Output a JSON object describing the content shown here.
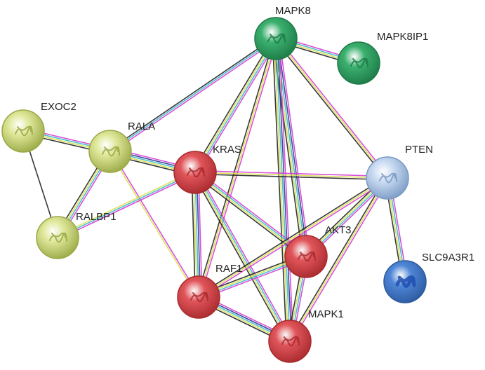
{
  "colors": {
    "red_fill": "#e0555a",
    "red_edge": "#a82a2e",
    "lime_fill": "#dfe89a",
    "lime_edge": "#9aa845",
    "green_fill": "#3bb06e",
    "green_edge": "#1d7a47",
    "blue_fill": "#c9dbf2",
    "blue_edge": "#7a9ac4",
    "blue_strong_fill": "#4f86d6",
    "blue_strong_edge": "#2c5aa0",
    "evidence": [
      "#d63dd6",
      "#2b3a8f",
      "#3ab8c8",
      "#d9e04a",
      "#222222"
    ]
  },
  "nodes": [
    {
      "id": "MAPK8",
      "label": "MAPK8",
      "group": "green",
      "icon": "protein-structure-icon"
    },
    {
      "id": "MAPK8IP1",
      "label": "MAPK8IP1",
      "group": "green",
      "icon": "protein-structure-icon"
    },
    {
      "id": "EXOC2",
      "label": "EXOC2",
      "group": "lime",
      "icon": "protein-structure-icon"
    },
    {
      "id": "RALA",
      "label": "RALA",
      "group": "lime",
      "icon": "protein-structure-icon"
    },
    {
      "id": "KRAS",
      "label": "KRAS",
      "group": "red",
      "icon": "protein-structure-icon"
    },
    {
      "id": "PTEN",
      "label": "PTEN",
      "group": "blue",
      "icon": "protein-structure-icon"
    },
    {
      "id": "RALBP1",
      "label": "RALBP1",
      "group": "lime",
      "icon": "protein-structure-icon"
    },
    {
      "id": "AKT3",
      "label": "AKT3",
      "group": "red",
      "icon": "protein-structure-icon"
    },
    {
      "id": "RAF1",
      "label": "RAF1",
      "group": "red",
      "icon": "protein-structure-icon"
    },
    {
      "id": "SLC9A3R1",
      "label": "SLC9A3R1",
      "group": "blue_strong",
      "icon": "protein-structure-icon"
    },
    {
      "id": "MAPK1",
      "label": "MAPK1",
      "group": "red",
      "icon": "protein-structure-icon"
    }
  ],
  "edges": [
    {
      "source": "MAPK8",
      "target": "MAPK8IP1",
      "evidence": [
        0,
        2,
        3,
        4
      ]
    },
    {
      "source": "MAPK8",
      "target": "RALA",
      "evidence": [
        0,
        2,
        4
      ]
    },
    {
      "source": "MAPK8",
      "target": "KRAS",
      "evidence": [
        0,
        2,
        3,
        4
      ]
    },
    {
      "source": "MAPK8",
      "target": "PTEN",
      "evidence": [
        0,
        3,
        4
      ]
    },
    {
      "source": "MAPK8",
      "target": "AKT3",
      "evidence": [
        0,
        1,
        2,
        3,
        4
      ]
    },
    {
      "source": "MAPK8",
      "target": "MAPK1",
      "evidence": [
        0,
        1,
        2,
        3,
        4
      ]
    },
    {
      "source": "MAPK8",
      "target": "RAF1",
      "evidence": [
        0,
        3,
        4
      ]
    },
    {
      "source": "EXOC2",
      "target": "RALA",
      "evidence": [
        0,
        2,
        3,
        4
      ]
    },
    {
      "source": "EXOC2",
      "target": "RALBP1",
      "evidence": [
        4
      ]
    },
    {
      "source": "RALA",
      "target": "RALBP1",
      "evidence": [
        0,
        2,
        3,
        4
      ]
    },
    {
      "source": "RALA",
      "target": "KRAS",
      "evidence": [
        0,
        1,
        2,
        3,
        4
      ]
    },
    {
      "source": "RALA",
      "target": "RAF1",
      "evidence": [
        0,
        3
      ]
    },
    {
      "source": "KRAS",
      "target": "RALBP1",
      "evidence": [
        0,
        2,
        3
      ]
    },
    {
      "source": "KRAS",
      "target": "PTEN",
      "evidence": [
        0,
        3,
        4
      ]
    },
    {
      "source": "KRAS",
      "target": "RAF1",
      "evidence": [
        0,
        1,
        2,
        3,
        4
      ]
    },
    {
      "source": "KRAS",
      "target": "AKT3",
      "evidence": [
        0,
        2,
        3,
        4
      ]
    },
    {
      "source": "KRAS",
      "target": "MAPK1",
      "evidence": [
        0,
        2,
        3,
        4
      ]
    },
    {
      "source": "PTEN",
      "target": "AKT3",
      "evidence": [
        0,
        2,
        3,
        4
      ]
    },
    {
      "source": "PTEN",
      "target": "RAF1",
      "evidence": [
        0,
        3,
        4
      ]
    },
    {
      "source": "PTEN",
      "target": "MAPK1",
      "evidence": [
        0,
        3,
        4
      ]
    },
    {
      "source": "PTEN",
      "target": "SLC9A3R1",
      "evidence": [
        0,
        2,
        3,
        4
      ]
    },
    {
      "source": "AKT3",
      "target": "RAF1",
      "evidence": [
        0,
        2,
        3,
        4
      ]
    },
    {
      "source": "AKT3",
      "target": "MAPK1",
      "evidence": [
        0,
        2,
        3,
        4
      ]
    },
    {
      "source": "RAF1",
      "target": "MAPK1",
      "evidence": [
        0,
        1,
        2,
        3,
        4
      ]
    }
  ]
}
